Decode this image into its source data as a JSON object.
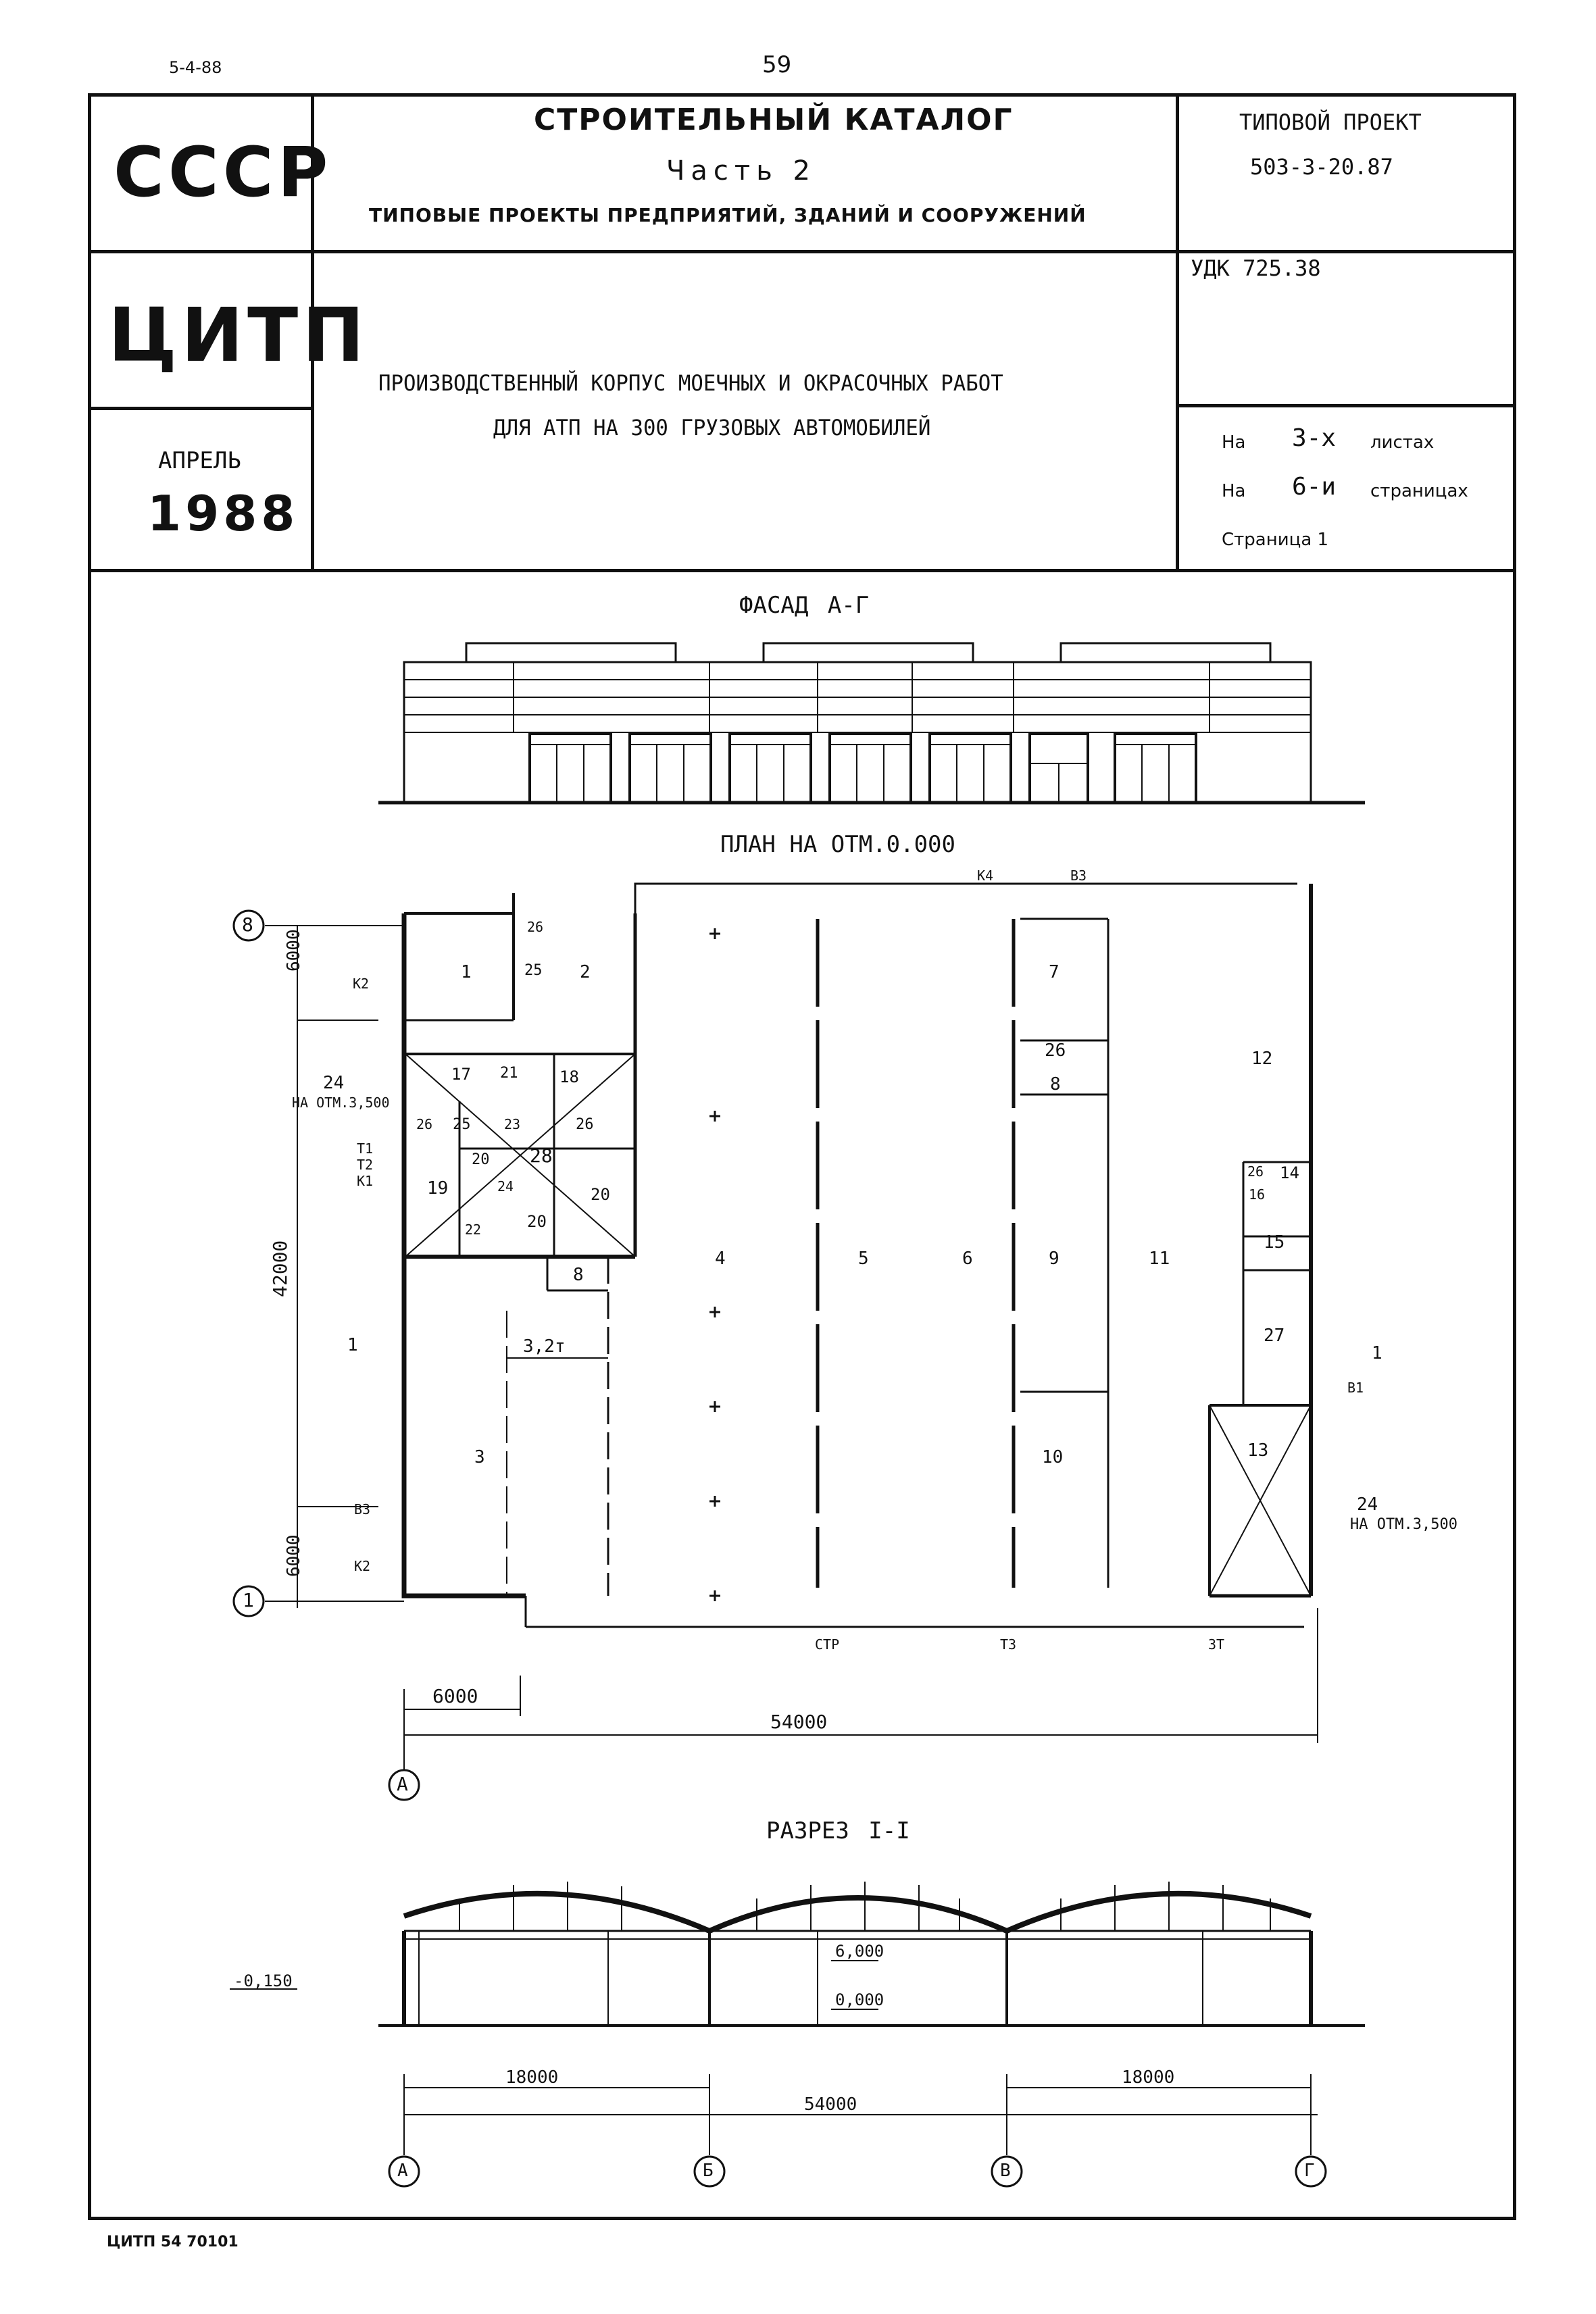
{
  "page": {
    "date_code": "5-4-88",
    "page_number": "59",
    "footer_code": "ЦИТП 54 70101"
  },
  "header": {
    "org_ussr": "СССР",
    "org_citp": "ЦИТП",
    "month": "АПРЕЛЬ",
    "year": "1988",
    "catalog_title": "СТРОИТЕЛЬНЫЙ КАТАЛОГ",
    "part": "Часть 2",
    "catalog_subtitle": "ТИПОВЫЕ ПРОЕКТЫ ПРЕДПРИЯТИЙ, ЗДАНИЙ И СООРУЖЕНИЙ",
    "project_label": "ТИПОВОЙ ПРОЕКТ",
    "project_number": "503-3-20.87",
    "udk": "УДК 725.38",
    "building_title_line1": "ПРОИЗВОДСТВЕННЫЙ КОРПУС МОЕЧНЫХ И ОКРАСОЧНЫХ РАБОТ",
    "building_title_line2": "ДЛЯ АТП НА 300 ГРУЗОВЫХ АВТОМОБИЛЕЙ",
    "sheets_prefix": "На",
    "sheets_count": "3-х",
    "sheets_word": "листах",
    "pages_prefix": "На",
    "pages_count": "6-и",
    "pages_word": "страницах",
    "page_label": "Страница 1"
  },
  "drawings": {
    "facade_title": "ФАСАД А-Г",
    "plan_title": "ПЛАН НА ОТМ.0.000",
    "section_title": "РАЗРЕЗ I-I"
  },
  "plan": {
    "axis_top": "8",
    "axis_bottom": "1",
    "axis_a": "А",
    "dim_6000_top": "6000",
    "dim_42000": "42000",
    "dim_6000_bottom": "6000",
    "dim_6000_horizontal": "6000",
    "dim_54000": "54000",
    "crane": "3,2т",
    "note_24_left": "24",
    "note_elev_left": "НА ОТМ.3,500",
    "note_24_right": "24",
    "note_elev_right": "НА ОТМ.3,500",
    "tags": [
      "К2",
      "К4",
      "Т1",
      "Т2",
      "К1",
      "В3",
      "К2",
      "ВЗ",
      "СТР",
      "ТЗ",
      "ЗТ",
      "В1",
      "1",
      "1"
    ],
    "rooms": [
      "1",
      "2",
      "25",
      "26",
      "17",
      "21",
      "18",
      "25",
      "26",
      "23",
      "26",
      "28",
      "19",
      "20",
      "24",
      "20",
      "20",
      "22",
      "8",
      "3",
      "4",
      "5",
      "6",
      "7",
      "26",
      "8",
      "9",
      "10",
      "11",
      "12",
      "14",
      "15",
      "16",
      "26",
      "27",
      "13"
    ]
  },
  "section": {
    "elev_minus": "-0,150",
    "elev_zero": "0,000",
    "elev_top": "6,000",
    "dim_18000_left": "18000",
    "dim_18000_right": "18000",
    "dim_54000": "54000",
    "axis_a": "А",
    "axis_b": "Б",
    "axis_v": "В",
    "axis_g": "Г"
  }
}
